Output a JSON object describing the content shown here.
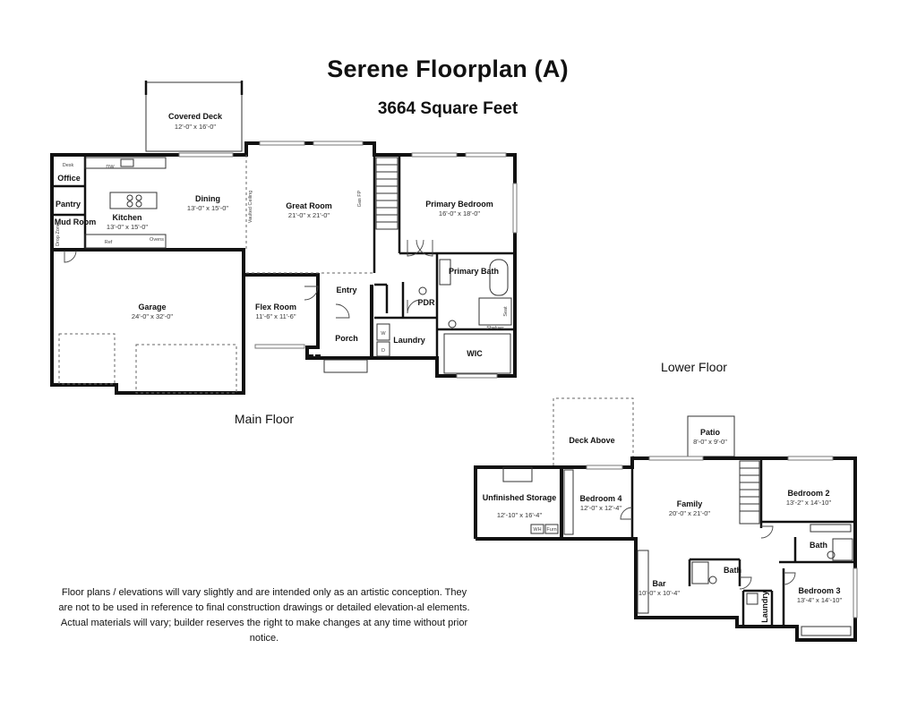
{
  "title": "Serene Floorplan (A)",
  "subtitle": "3664 Square Feet",
  "floor_labels": {
    "main": "Main Floor",
    "lower": "Lower Floor"
  },
  "main_rooms": {
    "covered_deck": {
      "name": "Covered Deck",
      "dim": "12'-0\" x 16'-0\""
    },
    "office": {
      "name": "Office"
    },
    "desk": {
      "name": "Desk"
    },
    "dw": {
      "name": "DW"
    },
    "pantry": {
      "name": "Pantry"
    },
    "mud_room": {
      "name": "Mud Room"
    },
    "drop_zone": {
      "name": "Drop Zone"
    },
    "kitchen": {
      "name": "Kitchen",
      "dim": "13'-0\" x 15'-0\""
    },
    "ref": {
      "name": "Ref"
    },
    "ovens": {
      "name": "Ovens"
    },
    "dining": {
      "name": "Dining",
      "dim": "13'-0\" x 15'-0\""
    },
    "vaulted": {
      "name": "Vaulted Ceiling"
    },
    "great_room": {
      "name": "Great Room",
      "dim": "21'-0\" x 21'-0\""
    },
    "gas_fp": {
      "name": "Gas FP"
    },
    "primary_bedroom": {
      "name": "Primary Bedroom",
      "dim": "16'-0\" x 18'-0\""
    },
    "garage": {
      "name": "Garage",
      "dim": "24'-0\" x 32'-0\""
    },
    "flex_room": {
      "name": "Flex Room",
      "dim": "11'-6\" x 11'-6\""
    },
    "entry": {
      "name": "Entry"
    },
    "porch": {
      "name": "Porch"
    },
    "pdr": {
      "name": "PDR"
    },
    "laundry": {
      "name": "Laundry"
    },
    "washer": {
      "name": "W"
    },
    "dryer": {
      "name": "D"
    },
    "primary_bath": {
      "name": "Primary Bath"
    },
    "seat": {
      "name": "Seat"
    },
    "shelves": {
      "name": "Shelves"
    },
    "wic": {
      "name": "WIC"
    }
  },
  "lower_rooms": {
    "deck_above": {
      "name": "Deck Above"
    },
    "patio": {
      "name": "Patio",
      "dim": "8'-0\" x 9'-0\""
    },
    "unfinished_storage": {
      "name": "Unfinished Storage",
      "dim": "12'-10\" x 16'-4\""
    },
    "wh": {
      "name": "WH"
    },
    "furn": {
      "name": "Furn"
    },
    "bedroom4": {
      "name": "Bedroom 4",
      "dim": "12'-0\" x 12'-4\""
    },
    "family": {
      "name": "Family",
      "dim": "20'-0\" x 21'-0\""
    },
    "bedroom2": {
      "name": "Bedroom 2",
      "dim": "13'-2\" x 14'-10\""
    },
    "bath_upper": {
      "name": "Bath"
    },
    "bath_lower": {
      "name": "Bath"
    },
    "bar": {
      "name": "Bar",
      "dim": "10'-0\" x 10'-4\""
    },
    "laundry": {
      "name": "Laundry"
    },
    "bedroom3": {
      "name": "Bedroom 3",
      "dim": "13'-4\" x 14'-10\""
    }
  },
  "disclaimer": "Floor plans / elevations will vary slightly and are intended only as an artistic conception. They are not to be used in reference to final construction drawings or detailed elevation-al elements. Actual materials will vary; builder reserves the right to make changes at any time without prior notice."
}
